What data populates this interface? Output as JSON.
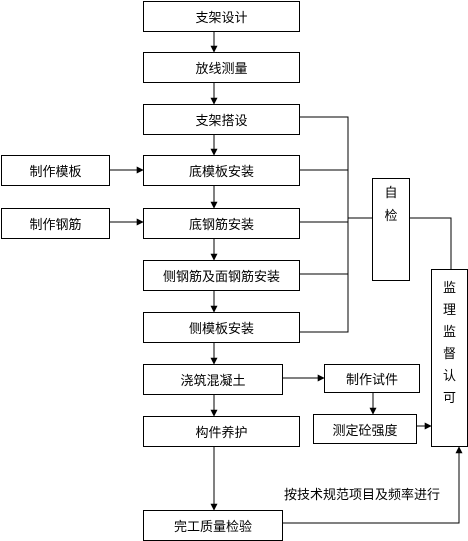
{
  "main_steps": [
    "支架设计",
    "放线测量",
    "支架搭设",
    "底模板安装",
    "底钢筋安装",
    "侧钢筋及面钢筋安装",
    "侧模板安装",
    "浇筑混凝土",
    "构件养护",
    "完工质量检验"
  ],
  "side_inputs": {
    "formwork": "制作模板",
    "rebar": "制作钢筋"
  },
  "test_branch": {
    "make_specimen": "制作试件",
    "measure_strength": "测定砼强度"
  },
  "self_check": [
    "自",
    "检"
  ],
  "supervisor": [
    "监",
    "理",
    "监",
    "督",
    "认",
    "可"
  ],
  "note": "按技术规范项目及频率进行"
}
